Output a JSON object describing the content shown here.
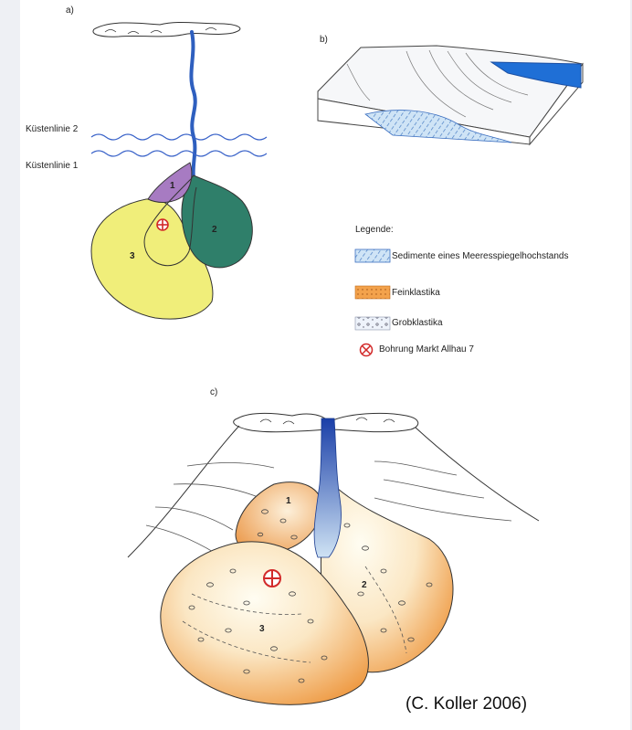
{
  "panels": {
    "a": "a)",
    "b": "b)",
    "c": "c)"
  },
  "coastlines": {
    "line2": "Küstenlinie 2",
    "line1": "Küstenlinie 1"
  },
  "lobes": {
    "one": "1",
    "two": "2",
    "three": "3"
  },
  "legend": {
    "title": "Legende:",
    "items": [
      {
        "label": "Sedimente eines  Meeresspiegelhochstands"
      },
      {
        "label": "Feinklastika"
      },
      {
        "label": "Grobklastika"
      },
      {
        "label": "Bohrung Markt Allhau 7"
      }
    ]
  },
  "credit": "(C. Koller 2006)",
  "colors": {
    "lobe1": "#a77bc2",
    "lobe2": "#2f7f6a",
    "lobe3": "#f0ee7a",
    "channel": "#2e5fbf",
    "sea": "#1f6fd6",
    "fine": "#f0a050",
    "coast": "#3a63c9",
    "borehole": "#d22a2a"
  }
}
